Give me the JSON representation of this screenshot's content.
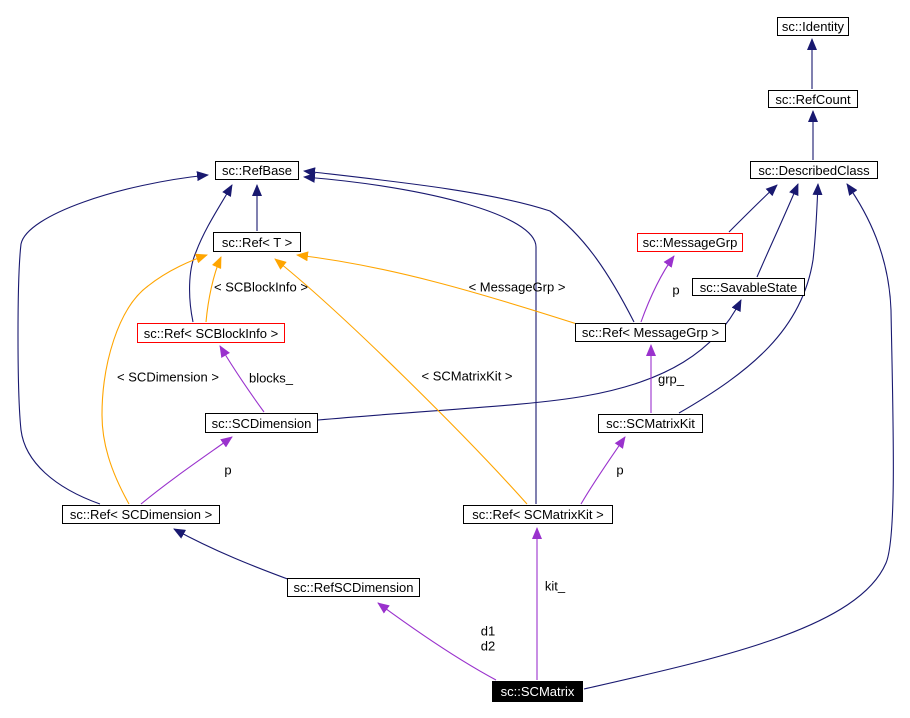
{
  "diagram": {
    "kind": "class-collaboration-graph",
    "focus_node": "sc::SCMatrix"
  },
  "colors": {
    "inheritance_edge": "#191970",
    "template_instantiation_edge": "#ffa500",
    "usage_edge": "#9a32cd",
    "node_border": "#000000",
    "truncated_node_border": "#ff0000",
    "focus_node_bg": "#000000",
    "focus_node_text": "#ffffff",
    "background": "#ffffff"
  },
  "nodes": [
    {
      "label": "sc::Identity"
    },
    {
      "label": "sc::RefCount"
    },
    {
      "label": "sc::DescribedClass"
    },
    {
      "label": "sc::RefBase"
    },
    {
      "label": "sc::Ref< T >"
    },
    {
      "label": "sc::MessageGrp"
    },
    {
      "label": "sc::SavableState"
    },
    {
      "label": "sc::Ref< MessageGrp >"
    },
    {
      "label": "sc::Ref< SCBlockInfo >"
    },
    {
      "label": "sc::SCDimension"
    },
    {
      "label": "sc::SCMatrixKit"
    },
    {
      "label": "sc::Ref< SCDimension >"
    },
    {
      "label": "sc::Ref< SCMatrixKit >"
    },
    {
      "label": "sc::RefSCDimension"
    },
    {
      "label": "sc::SCMatrix"
    }
  ],
  "edge_labels": [
    {
      "text": "< SCBlockInfo >"
    },
    {
      "text": "< MessageGrp >"
    },
    {
      "text": "< SCDimension >"
    },
    {
      "text": "blocks_"
    },
    {
      "text": "< SCMatrixKit >"
    },
    {
      "text": "grp_"
    },
    {
      "text": "p"
    },
    {
      "text": "p"
    },
    {
      "text": "p"
    },
    {
      "text": "kit_"
    },
    {
      "text": "d1"
    },
    {
      "text": "d2"
    }
  ]
}
